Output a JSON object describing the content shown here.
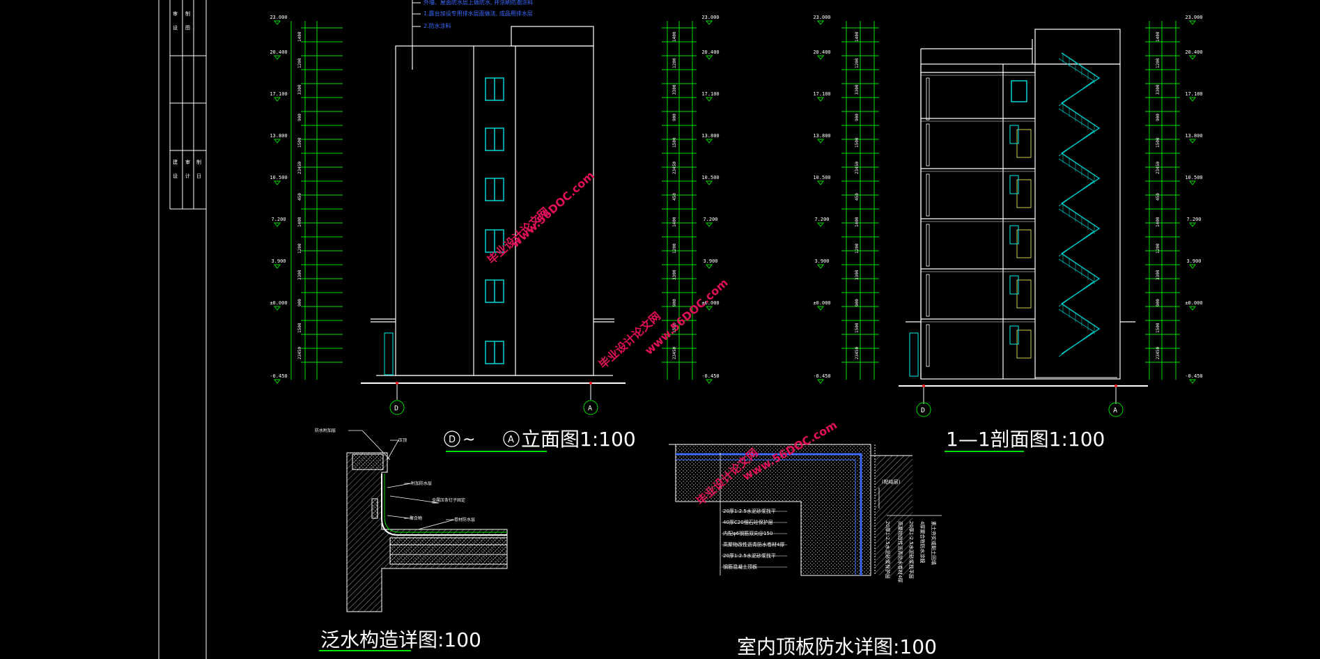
{
  "titles": {
    "elevation": "立面图1:100",
    "elevation_axis_start": "D",
    "elevation_axis_end": "A",
    "section": "1—1剖面图1:100",
    "flashing": "泛水构造详图:100",
    "roof_waterproof": "室内顶板防水详图:100"
  },
  "axis_labels": {
    "left_d": "D",
    "left_a": "A",
    "right_d": "D",
    "right_a": "A"
  },
  "elevation_marks": [
    "23.000",
    "20.400",
    "17.100",
    "13.800",
    "10.500",
    "7.200",
    "3.900",
    "±0.000",
    "-0.450"
  ],
  "dim_values": [
    "1400",
    "1200",
    "3300",
    "900",
    "1500",
    "23450",
    "450"
  ],
  "top_notes": [
    "外墙、屋面防水层上做防水, 并涂刷防潮涂料",
    "1.露台加设专用排水层面做法, 成品用排水层",
    "2.防水涂料"
  ],
  "flashing_labels": [
    "防水附加层",
    "压顶",
    "附加防水层",
    "金属压条钉子固定",
    "聚合物",
    "卷材防水层"
  ],
  "roof_labels": [
    "20厚1:2.5水泥砂浆找平",
    "40厚C20细石砼保护层",
    "内配φ6钢筋双向@150",
    "高聚物改性沥青防水卷材4厚",
    "20厚1:2.5水泥砂浆找平",
    "钢筋混凝土顶板",
    "(粘结层)"
  ],
  "roof_vertical_labels": [
    "20厚1:2.5水泥砂浆保护层",
    "高聚物改性沥青防水卷材4厚",
    "20厚1:2.5水泥砂浆找平层",
    "4厚聚合物防水涂膜",
    "素土夯实或黏土回填"
  ],
  "watermark": {
    "site": "www.56DOC.com",
    "name": "毕业设计论文网"
  },
  "title_block": {
    "left_labels": [
      "审",
      "设",
      "制",
      "图"
    ],
    "mid_labels": [
      "建",
      "设",
      "审",
      "计",
      "制",
      "日"
    ]
  },
  "colors": {
    "background": "#000000",
    "green_dim": "#00e000",
    "cyan_rail": "#00c8c8",
    "white_line": "#ffffff",
    "yellow": "#ffff66",
    "red": "#ff2020",
    "watermark": "#e0105a",
    "blue_note": "#3d6bff"
  }
}
